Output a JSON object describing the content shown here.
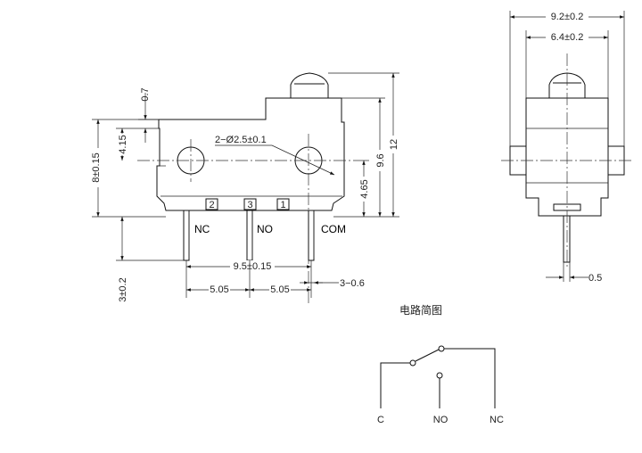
{
  "side_view": {
    "dim_pin_spacing": "9.5±0.15",
    "dim_left_half": "5.05",
    "dim_right_half": "5.05",
    "dim_pin_width": "3−0.6",
    "dim_holes": "2−Ø2.5±0.1",
    "dim_body_height": "8±0.15",
    "dim_hole_height": "4.15",
    "dim_step": "0.7",
    "dim_overall_height": "12",
    "dim_inner_height": "9.6",
    "dim_hole_center": "4.65",
    "dim_pin_length": "3±0.2",
    "terminal_nc": "NC",
    "terminal_no": "NO",
    "terminal_com": "COM",
    "pin_num_left": "2",
    "pin_num_mid": "3",
    "pin_num_right": "1"
  },
  "front_view": {
    "dim_outer_width": "9.2±0.2",
    "dim_inner_width": "6.4±0.2",
    "dim_pin_thickness": "0.5"
  },
  "circuit": {
    "title": "电路简图",
    "label_c": "C",
    "label_no": "NO",
    "label_nc": "NC"
  }
}
